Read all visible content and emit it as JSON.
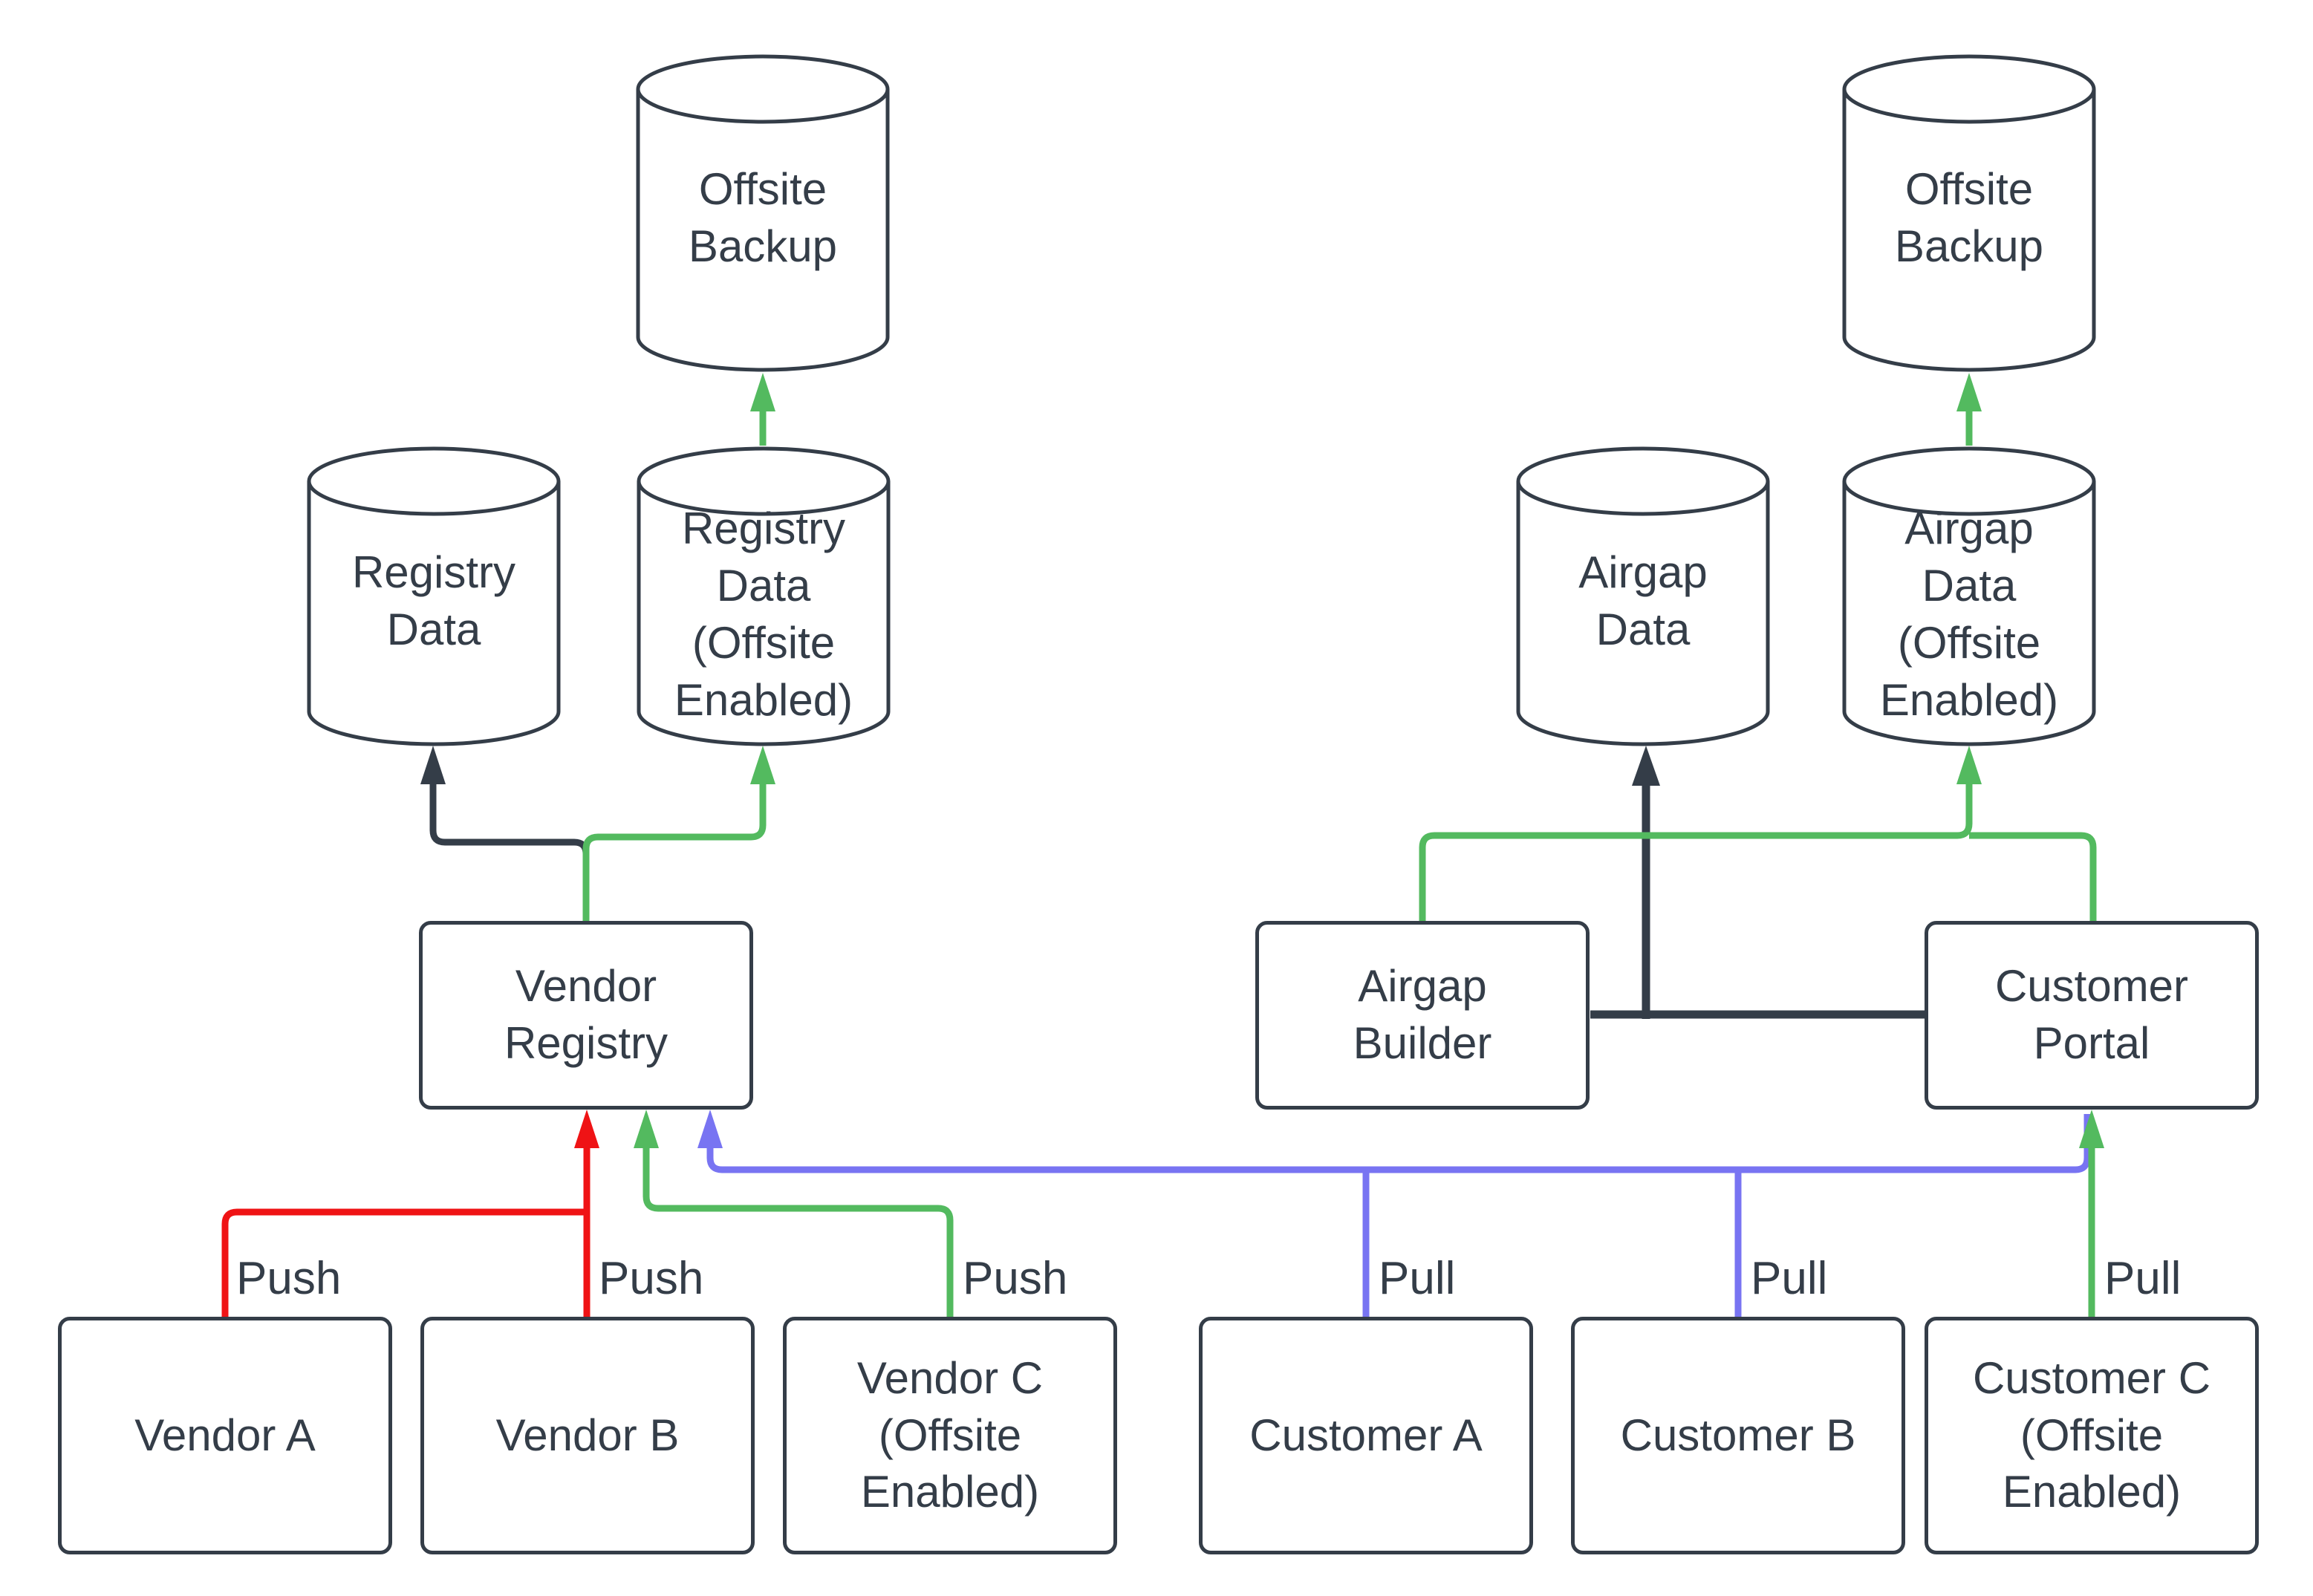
{
  "title": "Registry / Airgap data flow diagram",
  "colors": {
    "dark": "#343d48",
    "red": "#ef1315",
    "green": "#53ba5f",
    "blue": "#7874f2",
    "node_fill": "#ffffff",
    "background": "#ffffff"
  },
  "nodes": {
    "offsite_backup_left": {
      "label": "Offsite\nBackup"
    },
    "registry_data": {
      "label": "Registry\nData"
    },
    "registry_data_offsite": {
      "label": "Registry\nData\n(Offsite\nEnabled)"
    },
    "vendor_registry": {
      "label": "Vendor\nRegistry"
    },
    "vendor_a": {
      "label": "Vendor A"
    },
    "vendor_b": {
      "label": "Vendor B"
    },
    "vendor_c": {
      "label": "Vendor C\n(Offsite\nEnabled)"
    },
    "airgap_data": {
      "label": "Airgap\nData"
    },
    "airgap_data_offsite": {
      "label": "Airgap\nData\n(Offsite\nEnabled)"
    },
    "offsite_backup_right": {
      "label": "Offsite\nBackup"
    },
    "airgap_builder": {
      "label": "Airgap\nBuilder"
    },
    "customer_portal": {
      "label": "Customer\nPortal"
    },
    "customer_a": {
      "label": "Customer A"
    },
    "customer_b": {
      "label": "Customer B"
    },
    "customer_c": {
      "label": "Customer C\n(Offsite\nEnabled)"
    }
  },
  "edge_labels": {
    "push_vendor_a": "Push",
    "push_vendor_b": "Push",
    "push_vendor_c": "Push",
    "pull_customer_a": "Pull",
    "pull_customer_b": "Pull",
    "pull_customer_c": "Pull"
  }
}
